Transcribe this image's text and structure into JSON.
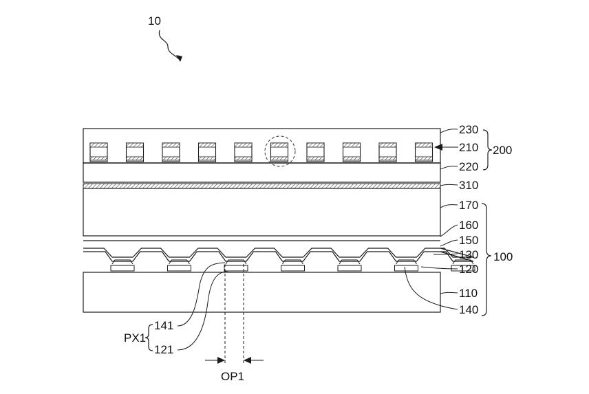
{
  "figure": {
    "ref_main": "10",
    "labels": {
      "l230": "230",
      "l210": "210",
      "l220": "220",
      "l200": "200",
      "l310": "310",
      "l170": "170",
      "l160": "160",
      "l150": "150",
      "l130": "130",
      "l120": "120",
      "l110": "110",
      "l140": "140",
      "l100": "100",
      "l141": "141",
      "l121": "121",
      "px1": "PX1",
      "op1": "OP1"
    },
    "counts": {
      "color_filters": 10,
      "pixel_banks": 7
    }
  }
}
